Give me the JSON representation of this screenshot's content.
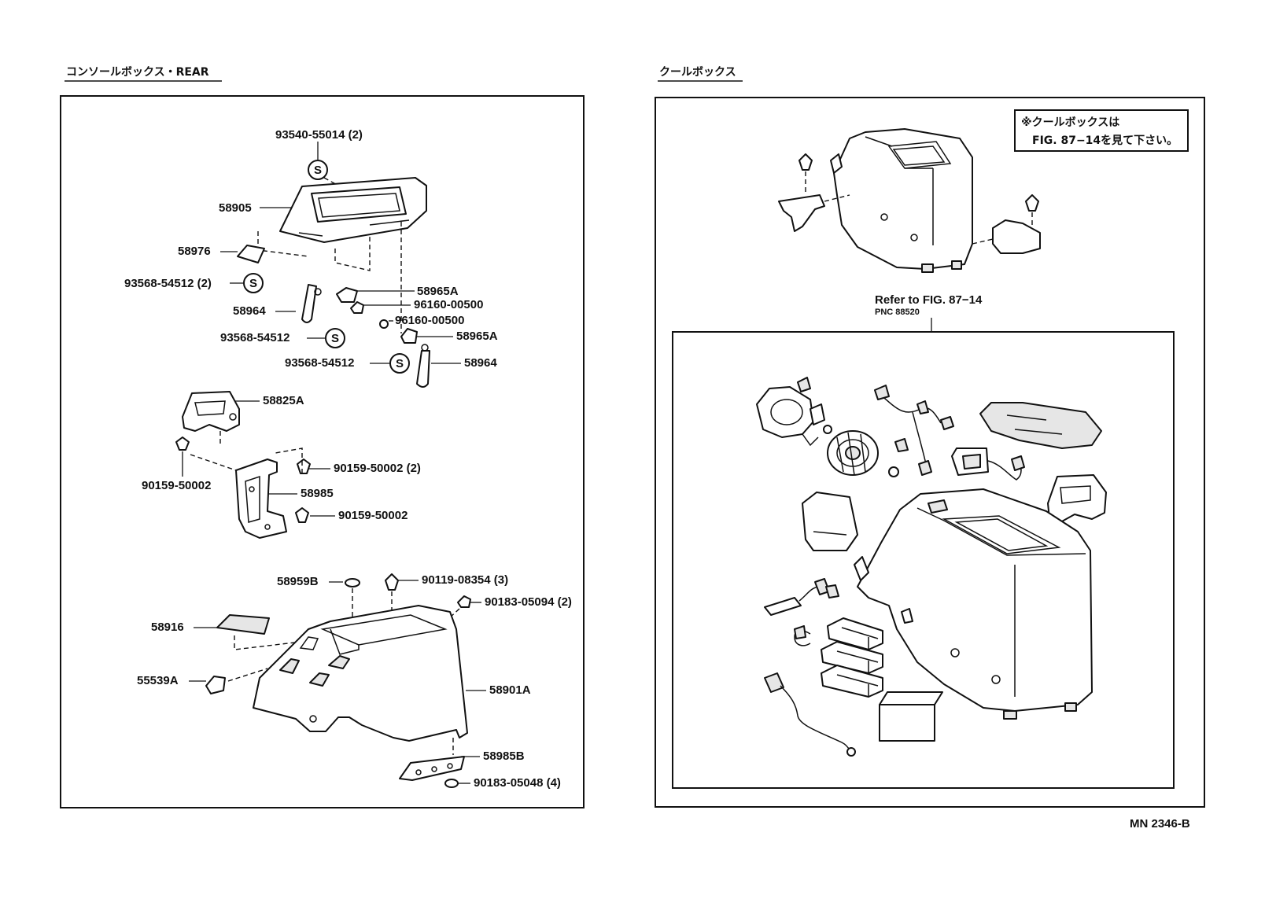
{
  "sections": {
    "left_title": "コンソールボックス・REAR",
    "right_title": "クールボックス"
  },
  "note": {
    "line1": "※クールボックスは",
    "line2": "FIG. 87−14を見て下さい。"
  },
  "refer": {
    "text": "Refer to FIG. 87−14",
    "pnc": "PNC 88520"
  },
  "footer": {
    "code": "MN 2346-B"
  },
  "washer_symbol": "S",
  "parts": {
    "p93540": "93540-55014 (2)",
    "p58905": "58905",
    "p58976": "58976",
    "p93568a": "93568-54512 (2)",
    "p58965a_1": "58965A",
    "p58964_1": "58964",
    "p96160_1": "96160-00500",
    "p96160_2": "96160-00500",
    "p93568b": "93568-54512",
    "p58965a_2": "58965A",
    "p93568c": "93568-54512",
    "p58964_2": "58964",
    "p58825a": "58825A",
    "p90159a": "90159-50002",
    "p90159b": "90159-50002 (2)",
    "p58985": "58985",
    "p90159c": "90159-50002",
    "p58959b": "58959B",
    "p90119": "90119-08354 (3)",
    "p90183a": "90183-05094 (2)",
    "p58916": "58916",
    "p55539a": "55539A",
    "p58901a": "58901A",
    "p58985b": "58985B",
    "p90183b": "90183-05048 (4)"
  }
}
